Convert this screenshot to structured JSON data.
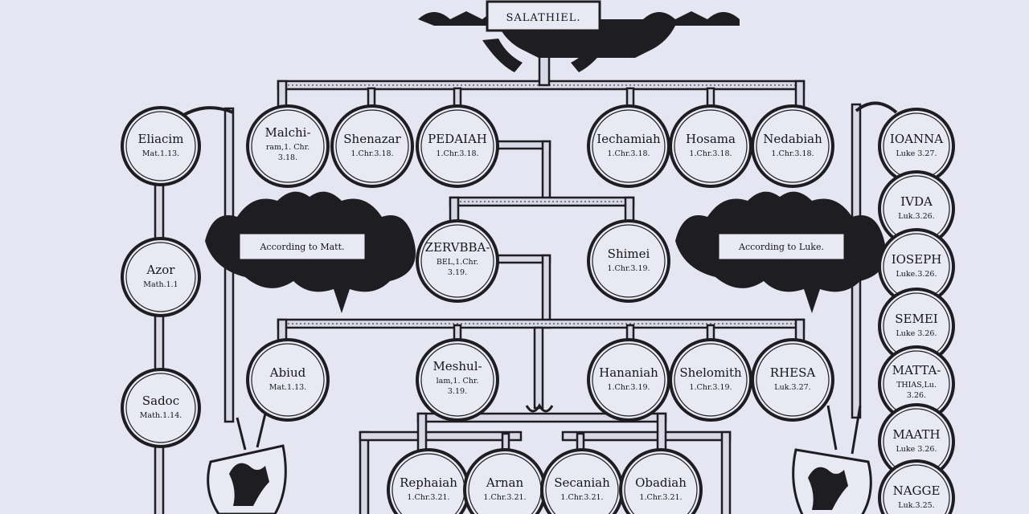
{
  "title": "SALATHIEL.",
  "banners": {
    "matthew": "According to Matt.",
    "luke": "According to Luke."
  },
  "nodes": [
    {
      "id": "eliacim",
      "lines": [
        "Eliacim"
      ],
      "refs": [
        "Mat.1.13."
      ]
    },
    {
      "id": "azor",
      "lines": [
        "Azor"
      ],
      "refs": [
        "Math.1.1"
      ]
    },
    {
      "id": "sadoc",
      "lines": [
        "Sadoc"
      ],
      "refs": [
        "Math.1.14."
      ]
    },
    {
      "id": "malchiram",
      "lines": [
        "Malchi-"
      ],
      "refs": [
        "ram,1. Chr.",
        "3.18."
      ]
    },
    {
      "id": "shenazar",
      "lines": [
        "Shenazar"
      ],
      "refs": [
        "1.Chr.3.18."
      ]
    },
    {
      "id": "pedaiah",
      "lines": [
        "PEDAIAH"
      ],
      "refs": [
        "1.Chr.3.18."
      ]
    },
    {
      "id": "iechamiah",
      "lines": [
        "Iechamiah"
      ],
      "refs": [
        "1.Chr.3.18."
      ]
    },
    {
      "id": "hosama",
      "lines": [
        "Hosama"
      ],
      "refs": [
        "1.Chr.3.18."
      ]
    },
    {
      "id": "nedabiah",
      "lines": [
        "Nedabiah"
      ],
      "refs": [
        "1.Chr.3.18."
      ]
    },
    {
      "id": "zerubbabel",
      "lines": [
        "ZERVBBA-"
      ],
      "refs": [
        "BEL,1.Chr.",
        "3.19."
      ]
    },
    {
      "id": "shimei",
      "lines": [
        "Shimei"
      ],
      "refs": [
        "1.Chr.3.19."
      ]
    },
    {
      "id": "abiud",
      "lines": [
        "Abiud"
      ],
      "refs": [
        "Mat.1.13."
      ]
    },
    {
      "id": "meshullam",
      "lines": [
        "Meshul-"
      ],
      "refs": [
        "lam,1. Chr.",
        "3.19."
      ]
    },
    {
      "id": "hananiah",
      "lines": [
        "Hananiah"
      ],
      "refs": [
        "1.Chr.3.19."
      ]
    },
    {
      "id": "shelomith",
      "lines": [
        "Shelomith"
      ],
      "refs": [
        "1.Chr.3.19."
      ]
    },
    {
      "id": "rhesa",
      "lines": [
        "RHESA"
      ],
      "refs": [
        "Luk.3.27."
      ]
    },
    {
      "id": "rephaiah",
      "lines": [
        "Rephaiah"
      ],
      "refs": [
        "1.Chr.3.21."
      ]
    },
    {
      "id": "arnan",
      "lines": [
        "Arnan"
      ],
      "refs": [
        "1.Chr.3.21."
      ]
    },
    {
      "id": "secaniah",
      "lines": [
        "Secaniah"
      ],
      "refs": [
        "1.Chr.3.21."
      ]
    },
    {
      "id": "obadiah",
      "lines": [
        "Obadiah"
      ],
      "refs": [
        "1.Chr.3.21."
      ]
    },
    {
      "id": "ioanna",
      "lines": [
        "IOANNA"
      ],
      "refs": [
        "Luke 3.27."
      ]
    },
    {
      "id": "iuda",
      "lines": [
        "IVDA"
      ],
      "refs": [
        "Luk.3.26."
      ]
    },
    {
      "id": "joseph",
      "lines": [
        "IOSEPH"
      ],
      "refs": [
        "Luke.3.26."
      ]
    },
    {
      "id": "semei",
      "lines": [
        "SEMEI"
      ],
      "refs": [
        "Luke 3.26."
      ]
    },
    {
      "id": "mattathias",
      "lines": [
        "MATTA-"
      ],
      "refs": [
        "THIAS,Lu.",
        "3.26."
      ]
    },
    {
      "id": "maath",
      "lines": [
        "MAATH"
      ],
      "refs": [
        "Luke 3.26."
      ]
    },
    {
      "id": "nagge",
      "lines": [
        "NAGGE"
      ],
      "refs": [
        "Luk.3.25."
      ]
    }
  ]
}
